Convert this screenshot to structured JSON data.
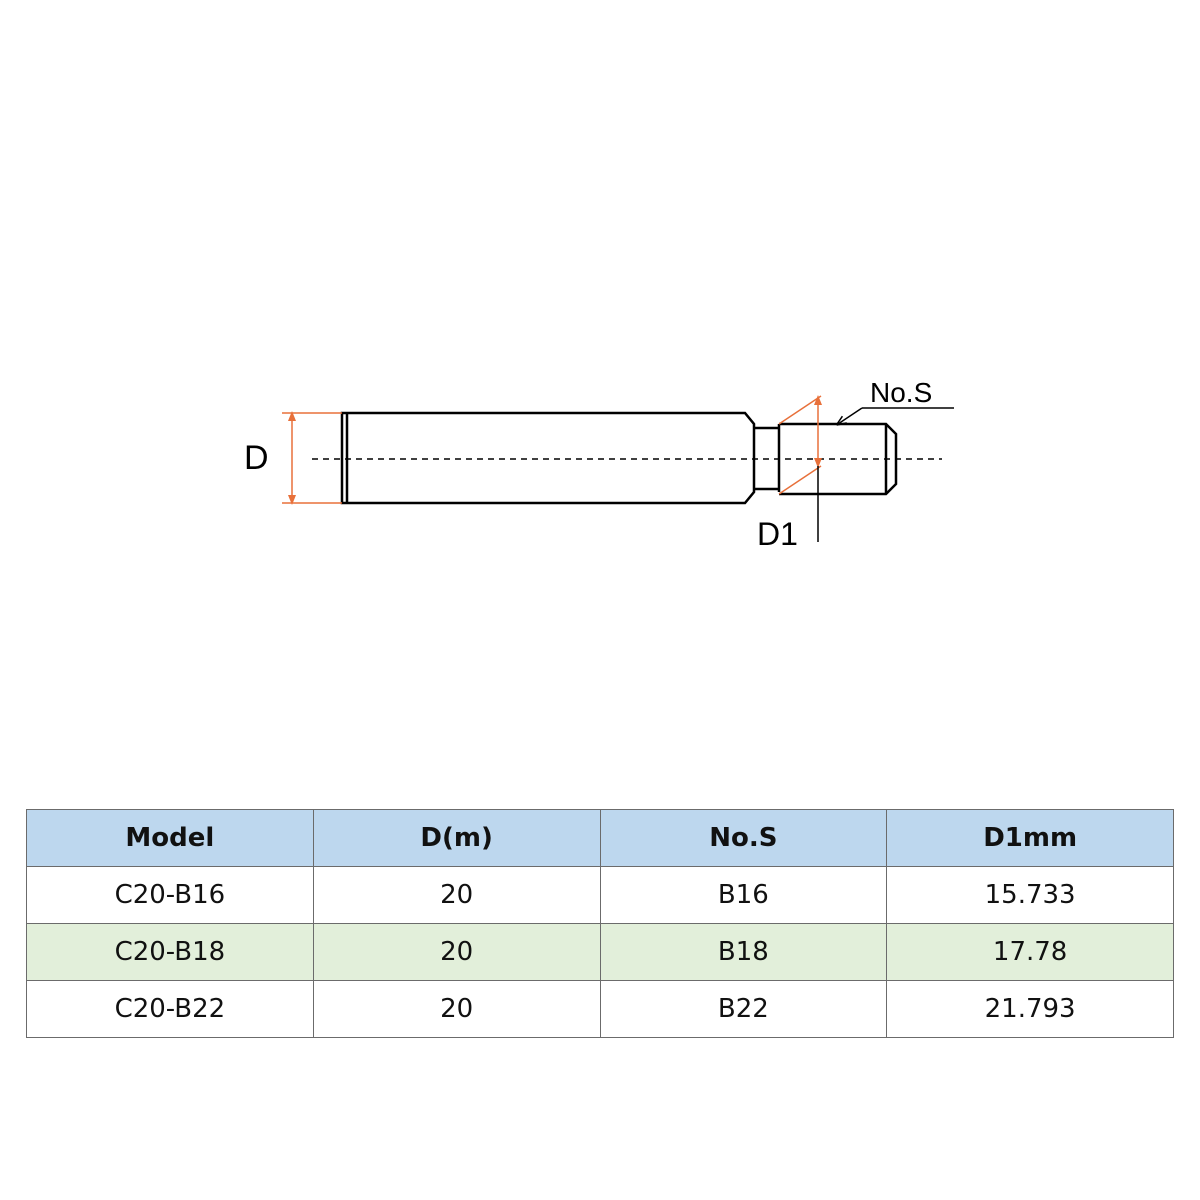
{
  "diagram": {
    "labels": {
      "d": "D",
      "d1": "D1",
      "thread": "No.S"
    },
    "colors": {
      "outline": "#000000",
      "dimension": "#e8703a",
      "centerline": "#000000"
    }
  },
  "table": {
    "headers": [
      "Model",
      "D(m)",
      "No.S",
      "D1mm"
    ],
    "rows": [
      [
        "C20-B16",
        "20",
        "B16",
        "15.733"
      ],
      [
        "C20-B18",
        "20",
        "B18",
        "17.78"
      ],
      [
        "C20-B22",
        "20",
        "B22",
        "21.793"
      ]
    ],
    "colors": {
      "header_bg": "#bdd7ee",
      "alt_row_bg": "#e2efda",
      "row_bg": "#ffffff",
      "border": "#6b6b6b"
    }
  }
}
